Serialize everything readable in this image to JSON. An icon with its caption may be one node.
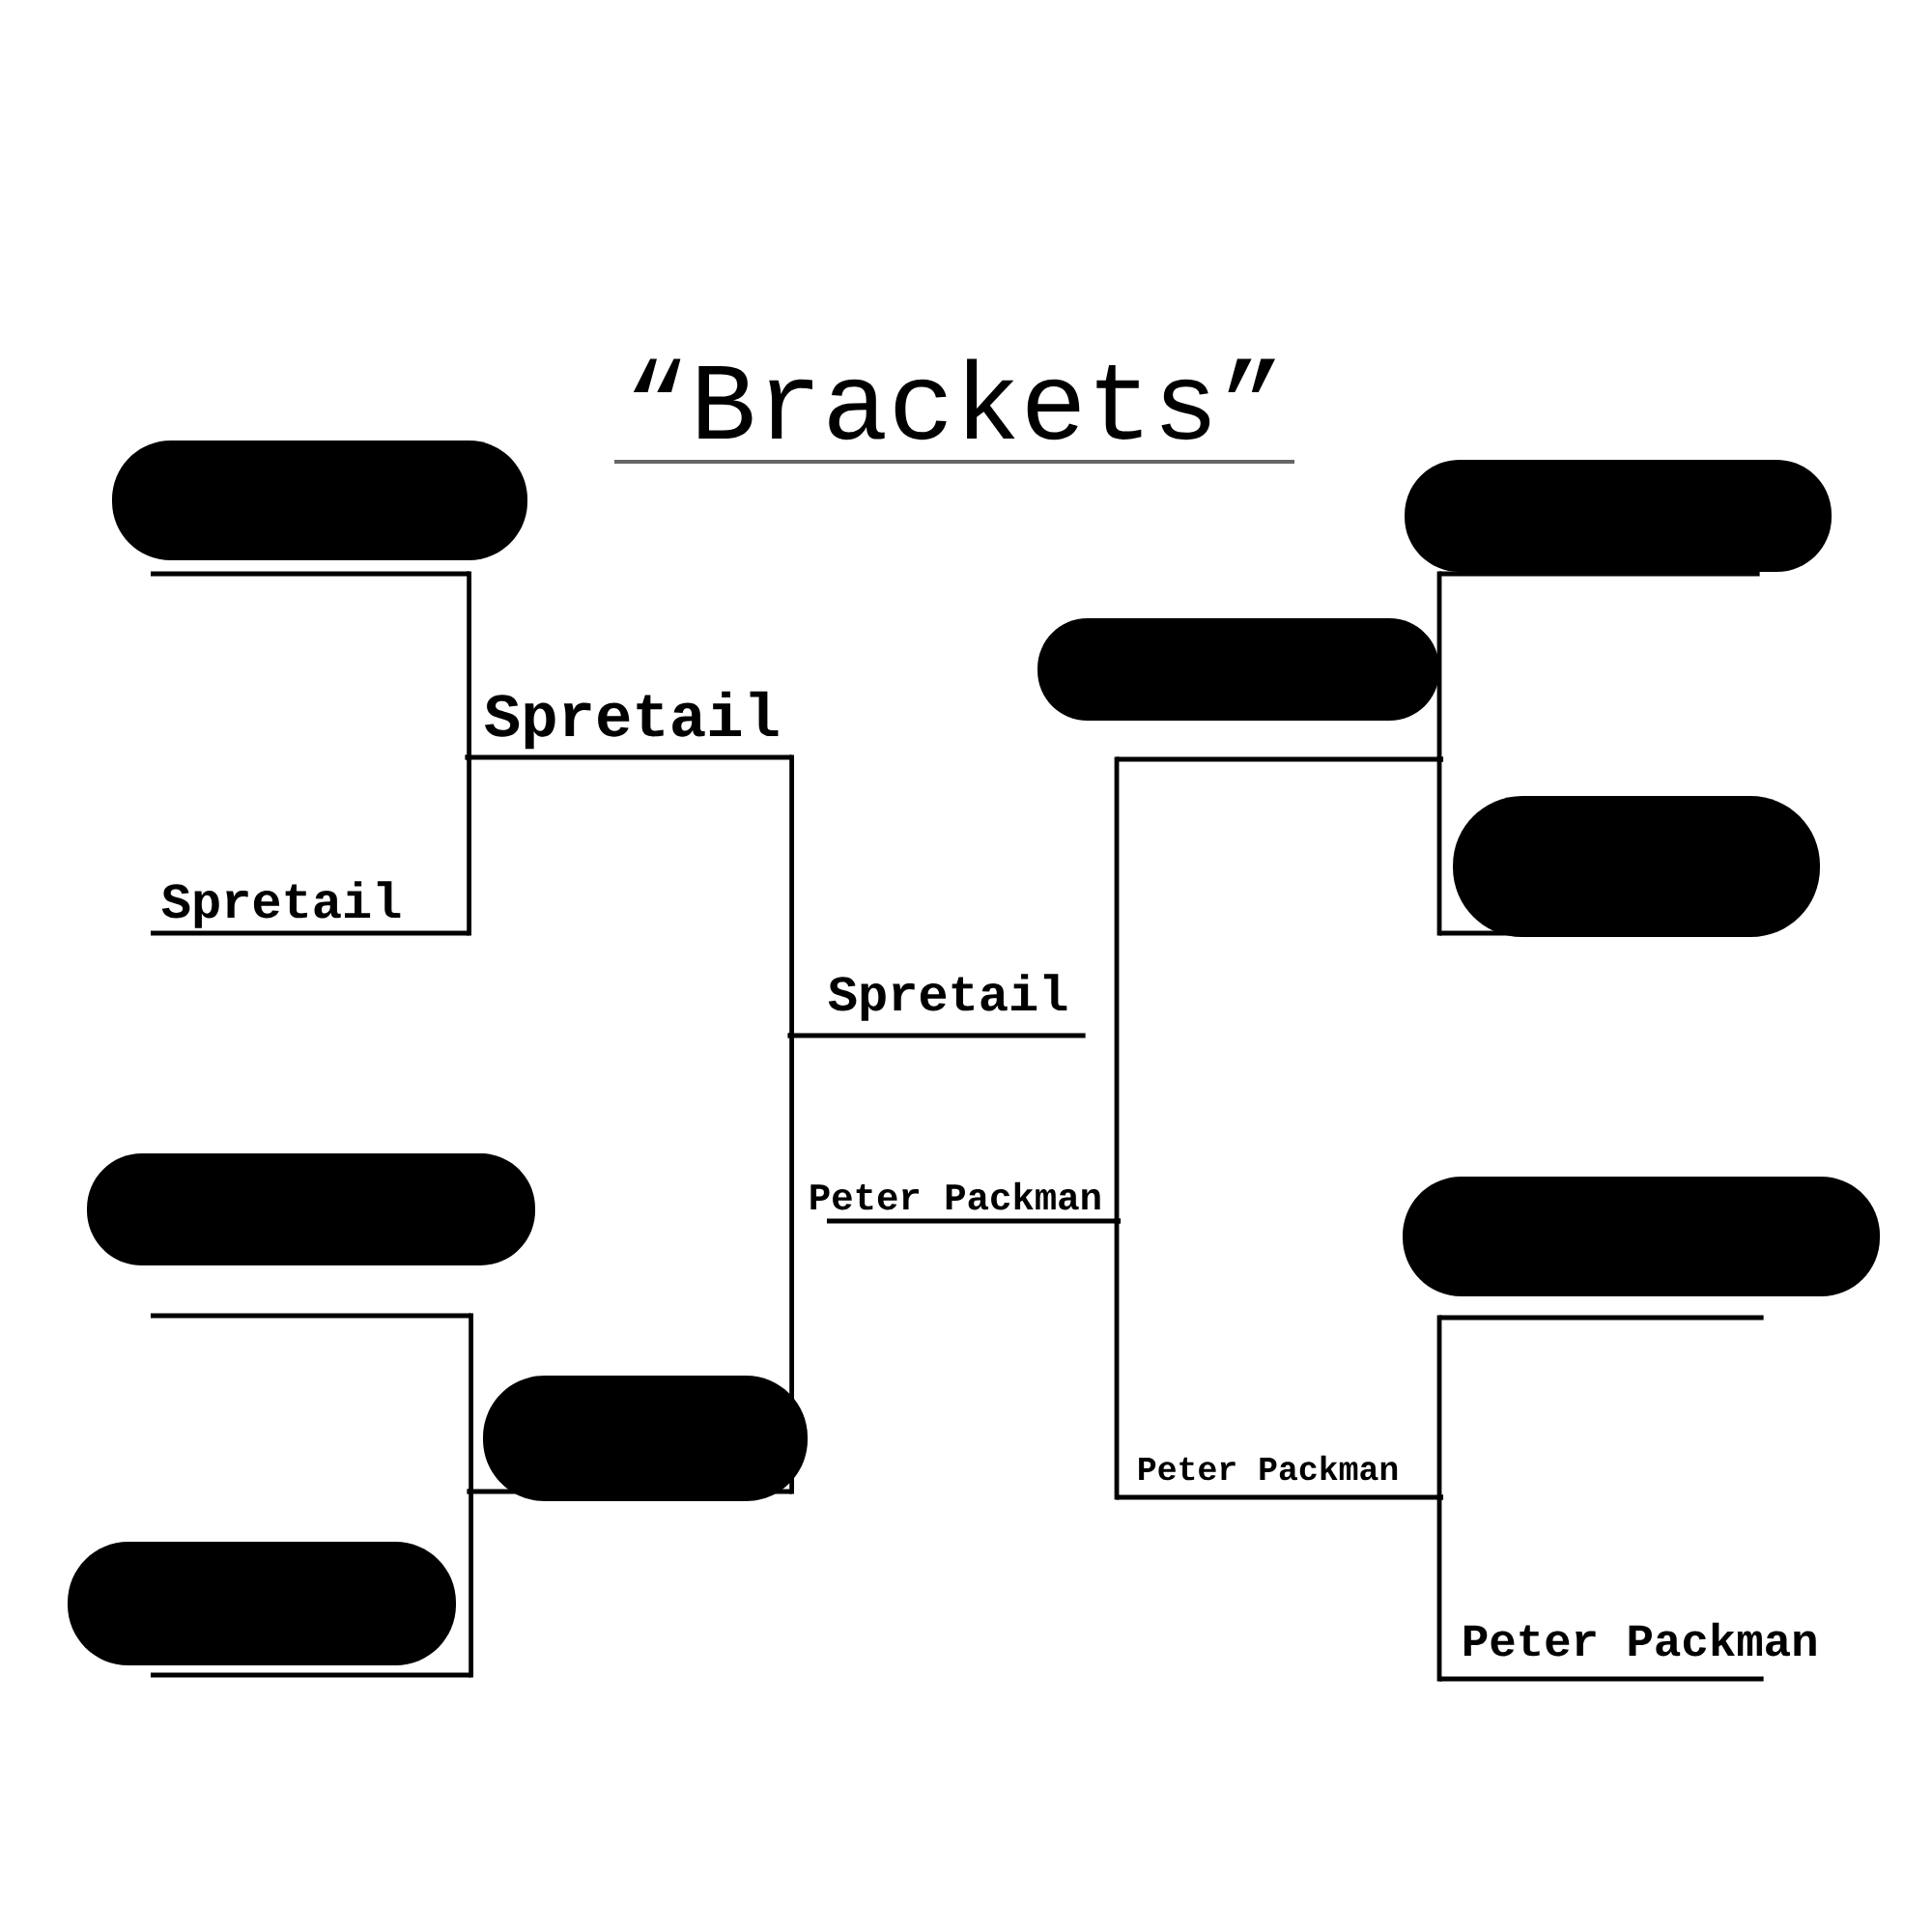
{
  "diagram": {
    "title": "“Brackets”",
    "nodes": [
      {
        "text": [],
        "shape": "bar"
      },
      {
        "text": [
          "Spretail"
        ]
      },
      {
        "text": [],
        "shape": "bar"
      },
      {
        "text": [],
        "shape": "bar"
      },
      {
        "text": [
          "Spretail"
        ]
      },
      {
        "text": [],
        "shape": "bar"
      },
      {
        "text": [
          "Spretail"
        ]
      },
      {
        "text": [
          "Peter Packman"
        ]
      },
      {
        "text": [],
        "shape": "bar"
      },
      {
        "text": [
          "Peter Packman"
        ]
      },
      {
        "text": [],
        "shape": "bar"
      },
      {
        "text": [],
        "shape": "bar"
      },
      {
        "text": [],
        "shape": "bar"
      },
      {
        "text": [
          "Peter Packman"
        ]
      }
    ],
    "edges": [
      {
        "from": 0,
        "to": 4,
        "arrow": "none"
      },
      {
        "from": 1,
        "to": 4,
        "arrow": "none"
      },
      {
        "from": 2,
        "to": 5,
        "arrow": "none"
      },
      {
        "from": 3,
        "to": 5,
        "arrow": "none"
      },
      {
        "from": 4,
        "to": 6,
        "arrow": "none"
      },
      {
        "from": 5,
        "to": 6,
        "arrow": "none"
      },
      {
        "from": 10,
        "to": 8,
        "arrow": "none"
      },
      {
        "from": 11,
        "to": 8,
        "arrow": "none"
      },
      {
        "from": 12,
        "to": 9,
        "arrow": "none"
      },
      {
        "from": 13,
        "to": 9,
        "arrow": "none"
      },
      {
        "from": 8,
        "to": 7,
        "arrow": "none"
      },
      {
        "from": 9,
        "to": 7,
        "arrow": "none"
      }
    ]
  }
}
